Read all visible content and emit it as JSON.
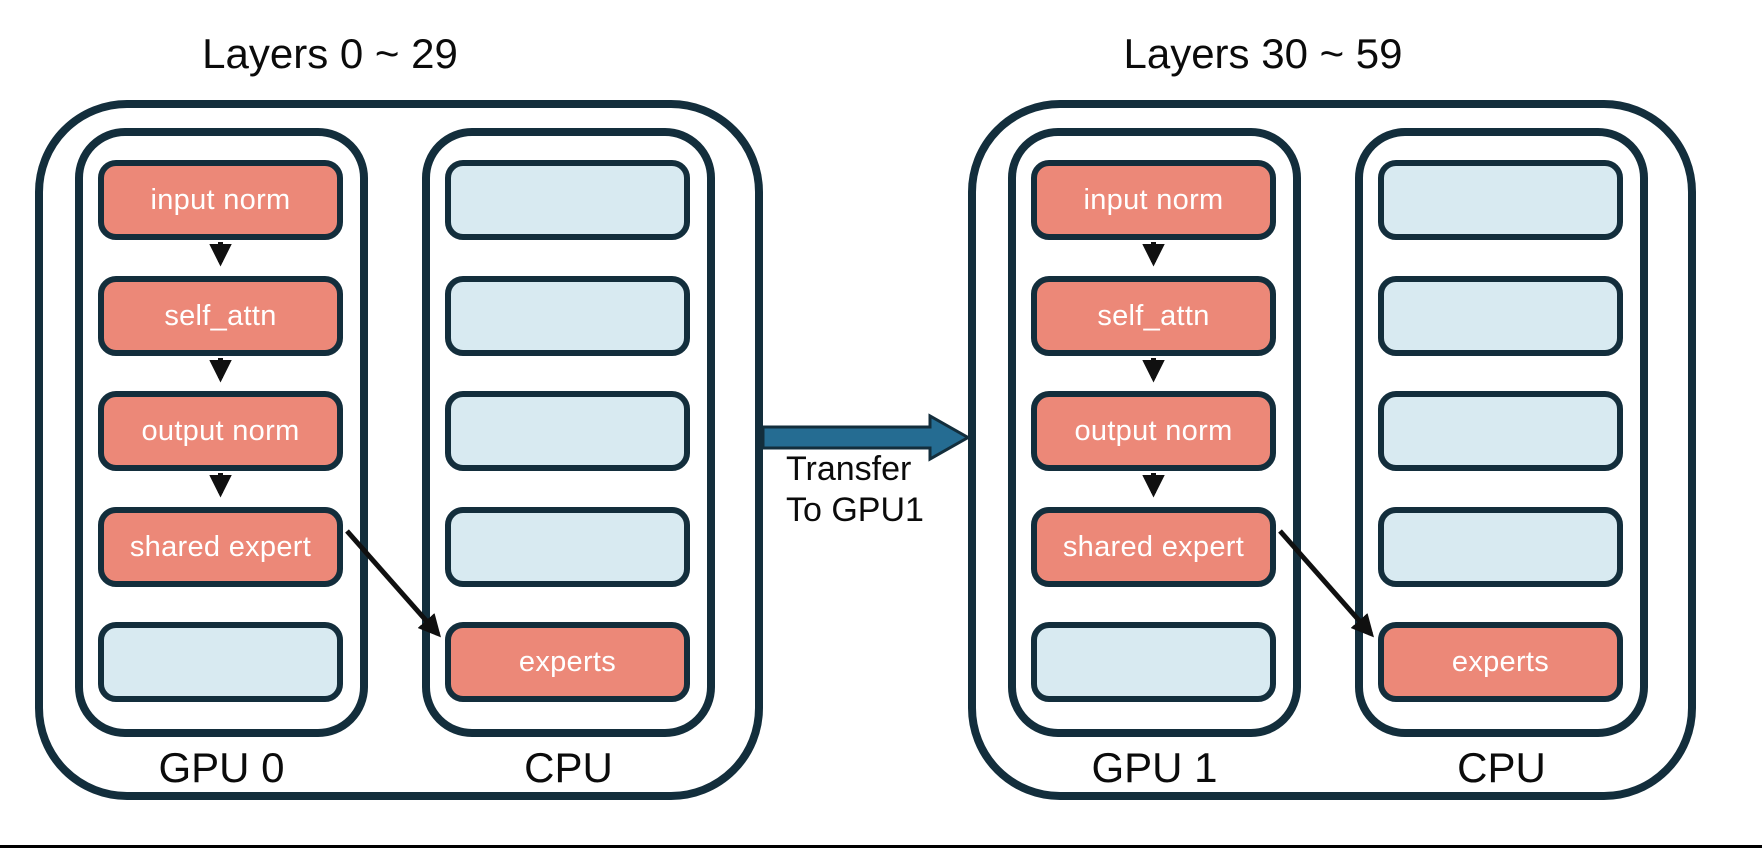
{
  "colors": {
    "outline": "#132E3C",
    "module_fill": "#EC8878",
    "empty_fill": "#D8EAF1",
    "transfer_fill": "#256C92",
    "module_text": "#FFFFFF",
    "text": "#0B0B0B",
    "bottom_rule": "#000000"
  },
  "left": {
    "title": "Layers 0 ~ 29",
    "gpu_label": "GPU 0",
    "cpu_label": "CPU",
    "gpu_modules": [
      "input norm",
      "self_attn",
      "output norm",
      "shared expert"
    ],
    "cpu_module": "experts"
  },
  "right": {
    "title": "Layers 30 ~ 59",
    "gpu_label": "GPU 1",
    "cpu_label": "CPU",
    "gpu_modules": [
      "input norm",
      "self_attn",
      "output norm",
      "shared expert"
    ],
    "cpu_module": "experts"
  },
  "transfer": {
    "line1": "Transfer",
    "line2": "To GPU1"
  }
}
